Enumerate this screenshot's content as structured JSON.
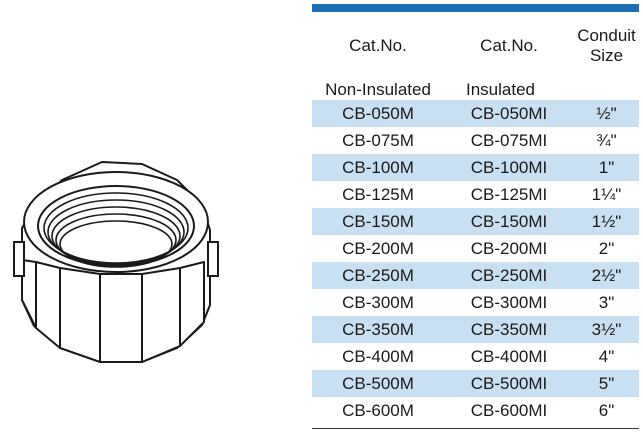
{
  "table": {
    "headers": {
      "cat_no_1": "Cat.No.",
      "cat_no_2": "Cat.No.",
      "conduit": "Conduit",
      "size": "Size"
    },
    "subheaders": {
      "non_insulated": "Non-Insulated",
      "insulated": "Insulated"
    },
    "rows": [
      {
        "non_insulated": "CB-050M",
        "insulated": "CB-050MI",
        "size": "½\"",
        "shaded": true
      },
      {
        "non_insulated": "CB-075M",
        "insulated": "CB-075MI",
        "size": "¾\"",
        "shaded": false
      },
      {
        "non_insulated": "CB-100M",
        "insulated": "CB-100MI",
        "size": "1\"",
        "shaded": true
      },
      {
        "non_insulated": "CB-125M",
        "insulated": "CB-125MI",
        "size": "1¼\"",
        "shaded": false
      },
      {
        "non_insulated": "CB-150M",
        "insulated": "CB-150MI",
        "size": "1½\"",
        "shaded": true
      },
      {
        "non_insulated": "CB-200M",
        "insulated": "CB-200MI",
        "size": "2\"",
        "shaded": false
      },
      {
        "non_insulated": "CB-250M",
        "insulated": "CB-250MI",
        "size": "2½\"",
        "shaded": true
      },
      {
        "non_insulated": "CB-300M",
        "insulated": "CB-300MI",
        "size": "3\"",
        "shaded": false
      },
      {
        "non_insulated": "CB-350M",
        "insulated": "CB-350MI",
        "size": "3½\"",
        "shaded": true
      },
      {
        "non_insulated": "CB-400M",
        "insulated": "CB-400MI",
        "size": "4\"",
        "shaded": false
      },
      {
        "non_insulated": "CB-500M",
        "insulated": "CB-500MI",
        "size": "5\"",
        "shaded": true
      },
      {
        "non_insulated": "CB-600M",
        "insulated": "CB-600MI",
        "size": "6\"",
        "shaded": false
      }
    ]
  },
  "colors": {
    "accent": "#1f6fb5",
    "row_shade": "#c9dff2"
  }
}
